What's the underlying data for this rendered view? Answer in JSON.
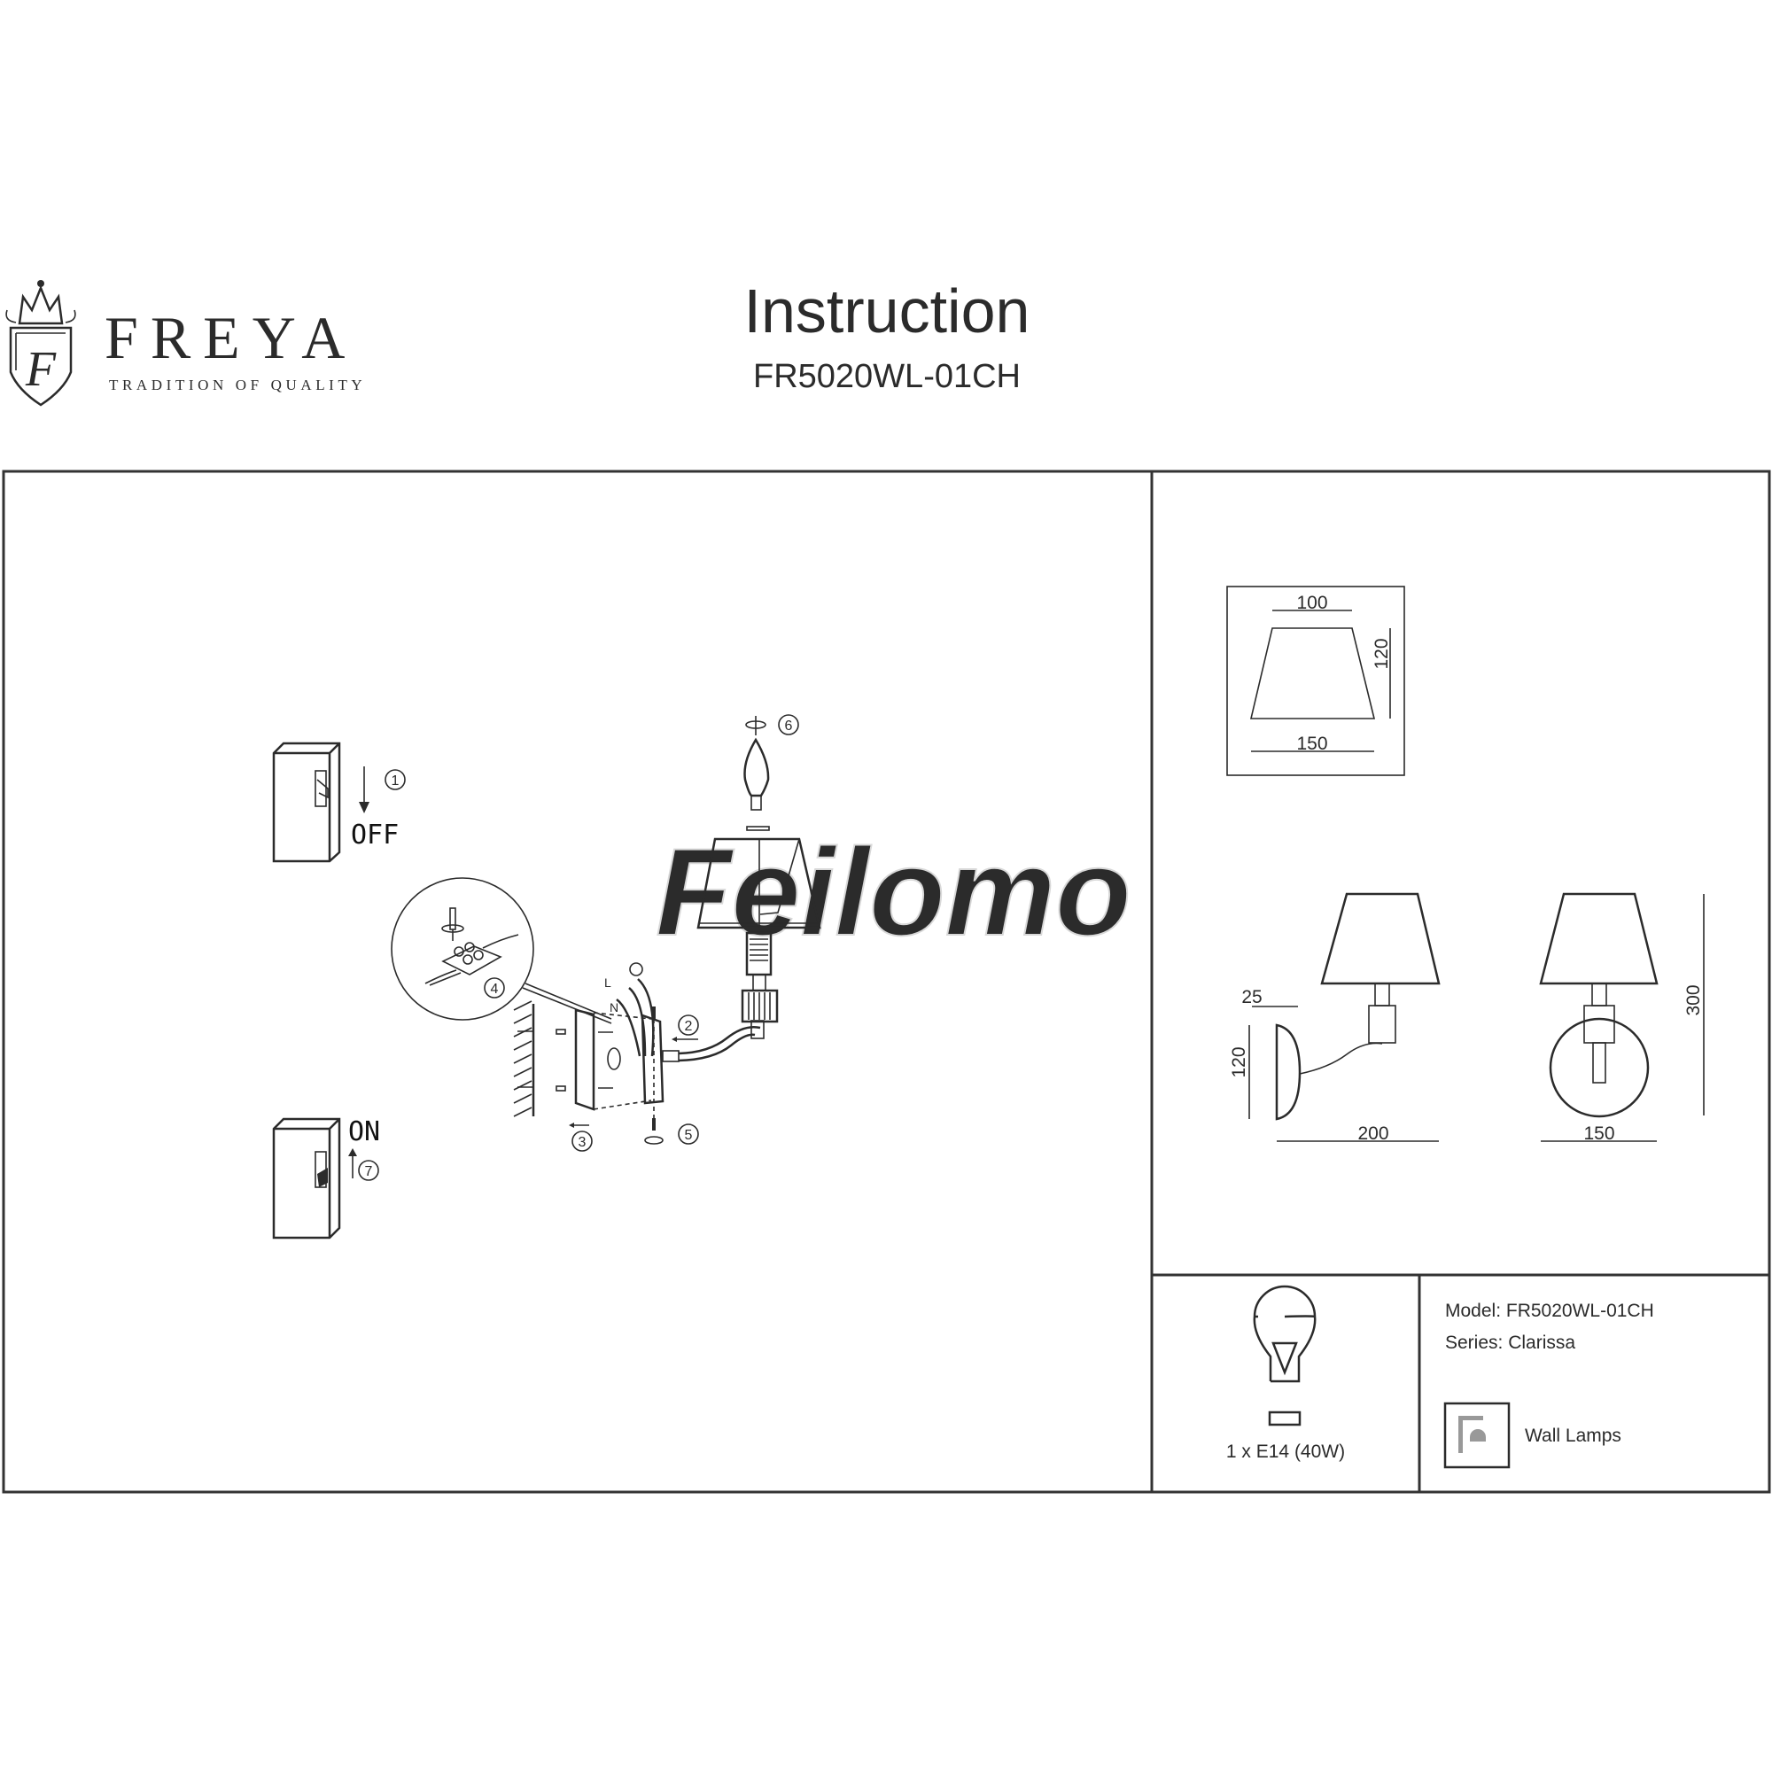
{
  "brand": {
    "name": "FREYA",
    "tagline": "TRADITION OF QUALITY",
    "monogram": "F"
  },
  "header": {
    "title": "Instruction",
    "model": "FR5020WL-01CH"
  },
  "watermark": "Feilomo",
  "assembly": {
    "steps": [
      "1",
      "2",
      "3",
      "4",
      "5",
      "6",
      "7"
    ],
    "switch_off_label": "OFF",
    "switch_on_label": "ON",
    "wire_labels": {
      "live": "L",
      "neutral": "N"
    }
  },
  "dimensions": {
    "shade": {
      "top": "100",
      "height": "120",
      "bottom": "150"
    },
    "side": {
      "depth_top": "25",
      "plate_height": "120",
      "projection": "200"
    },
    "front": {
      "width": "150",
      "height": "300"
    }
  },
  "specs": {
    "bulb": "1 x E14 (40W)",
    "model": "Model: FR5020WL-01CH",
    "series": "Series: Clarissa",
    "category": "Wall Lamps"
  }
}
